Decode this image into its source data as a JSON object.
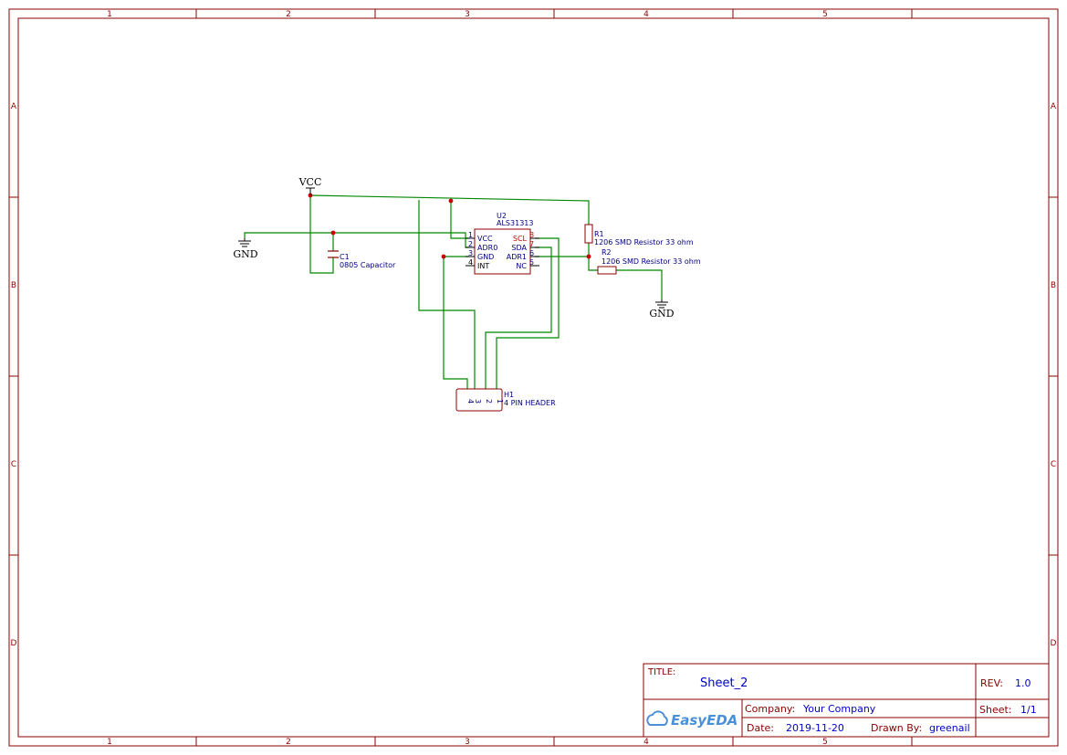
{
  "frame": {
    "columns": [
      "1",
      "2",
      "3",
      "4",
      "5"
    ],
    "rows": [
      "A",
      "B",
      "C",
      "D"
    ]
  },
  "colors": {
    "frame": "#8b0000",
    "wire": "#008800",
    "junction": "#cc0000",
    "text_blue": "#000080",
    "title_value": "#0000cc",
    "pin_red": "#cc0000",
    "logo": "#4a90d9"
  },
  "power": {
    "vcc": "VCC",
    "gnd_left": "GND",
    "gnd_right": "GND"
  },
  "components": {
    "u2": {
      "ref": "U2",
      "value": "ALS31313",
      "left_pins": [
        {
          "num": "1",
          "name": "VCC"
        },
        {
          "num": "2",
          "name": "ADR0"
        },
        {
          "num": "3",
          "name": "GND"
        },
        {
          "num": "4",
          "name": "INT"
        }
      ],
      "right_pins": [
        {
          "num": "8",
          "name": "SCL"
        },
        {
          "num": "7",
          "name": "SDA"
        },
        {
          "num": "6",
          "name": "ADR1"
        },
        {
          "num": "5",
          "name": "NC"
        }
      ]
    },
    "c1": {
      "ref": "C1",
      "value": "0805 Capacitor"
    },
    "r1": {
      "ref": "R1",
      "value": "1206 SMD Resistor 33 ohm"
    },
    "r2": {
      "ref": "R2",
      "value": "1206 SMD Resistor 33 ohm"
    },
    "h1": {
      "ref": "H1",
      "value": "4 PIN HEADER",
      "pins": [
        "4",
        "3",
        "2",
        "1"
      ]
    }
  },
  "title_block": {
    "title_label": "TITLE:",
    "title": "Sheet_2",
    "rev_label": "REV:",
    "rev": "1.0",
    "company_label": "Company:",
    "company": "Your Company",
    "sheet_label": "Sheet:",
    "sheet": "1/1",
    "date_label": "Date:",
    "date": "2019-11-20",
    "drawn_label": "Drawn By:",
    "drawn_by": "greenail",
    "logo": "EasyEDA"
  }
}
